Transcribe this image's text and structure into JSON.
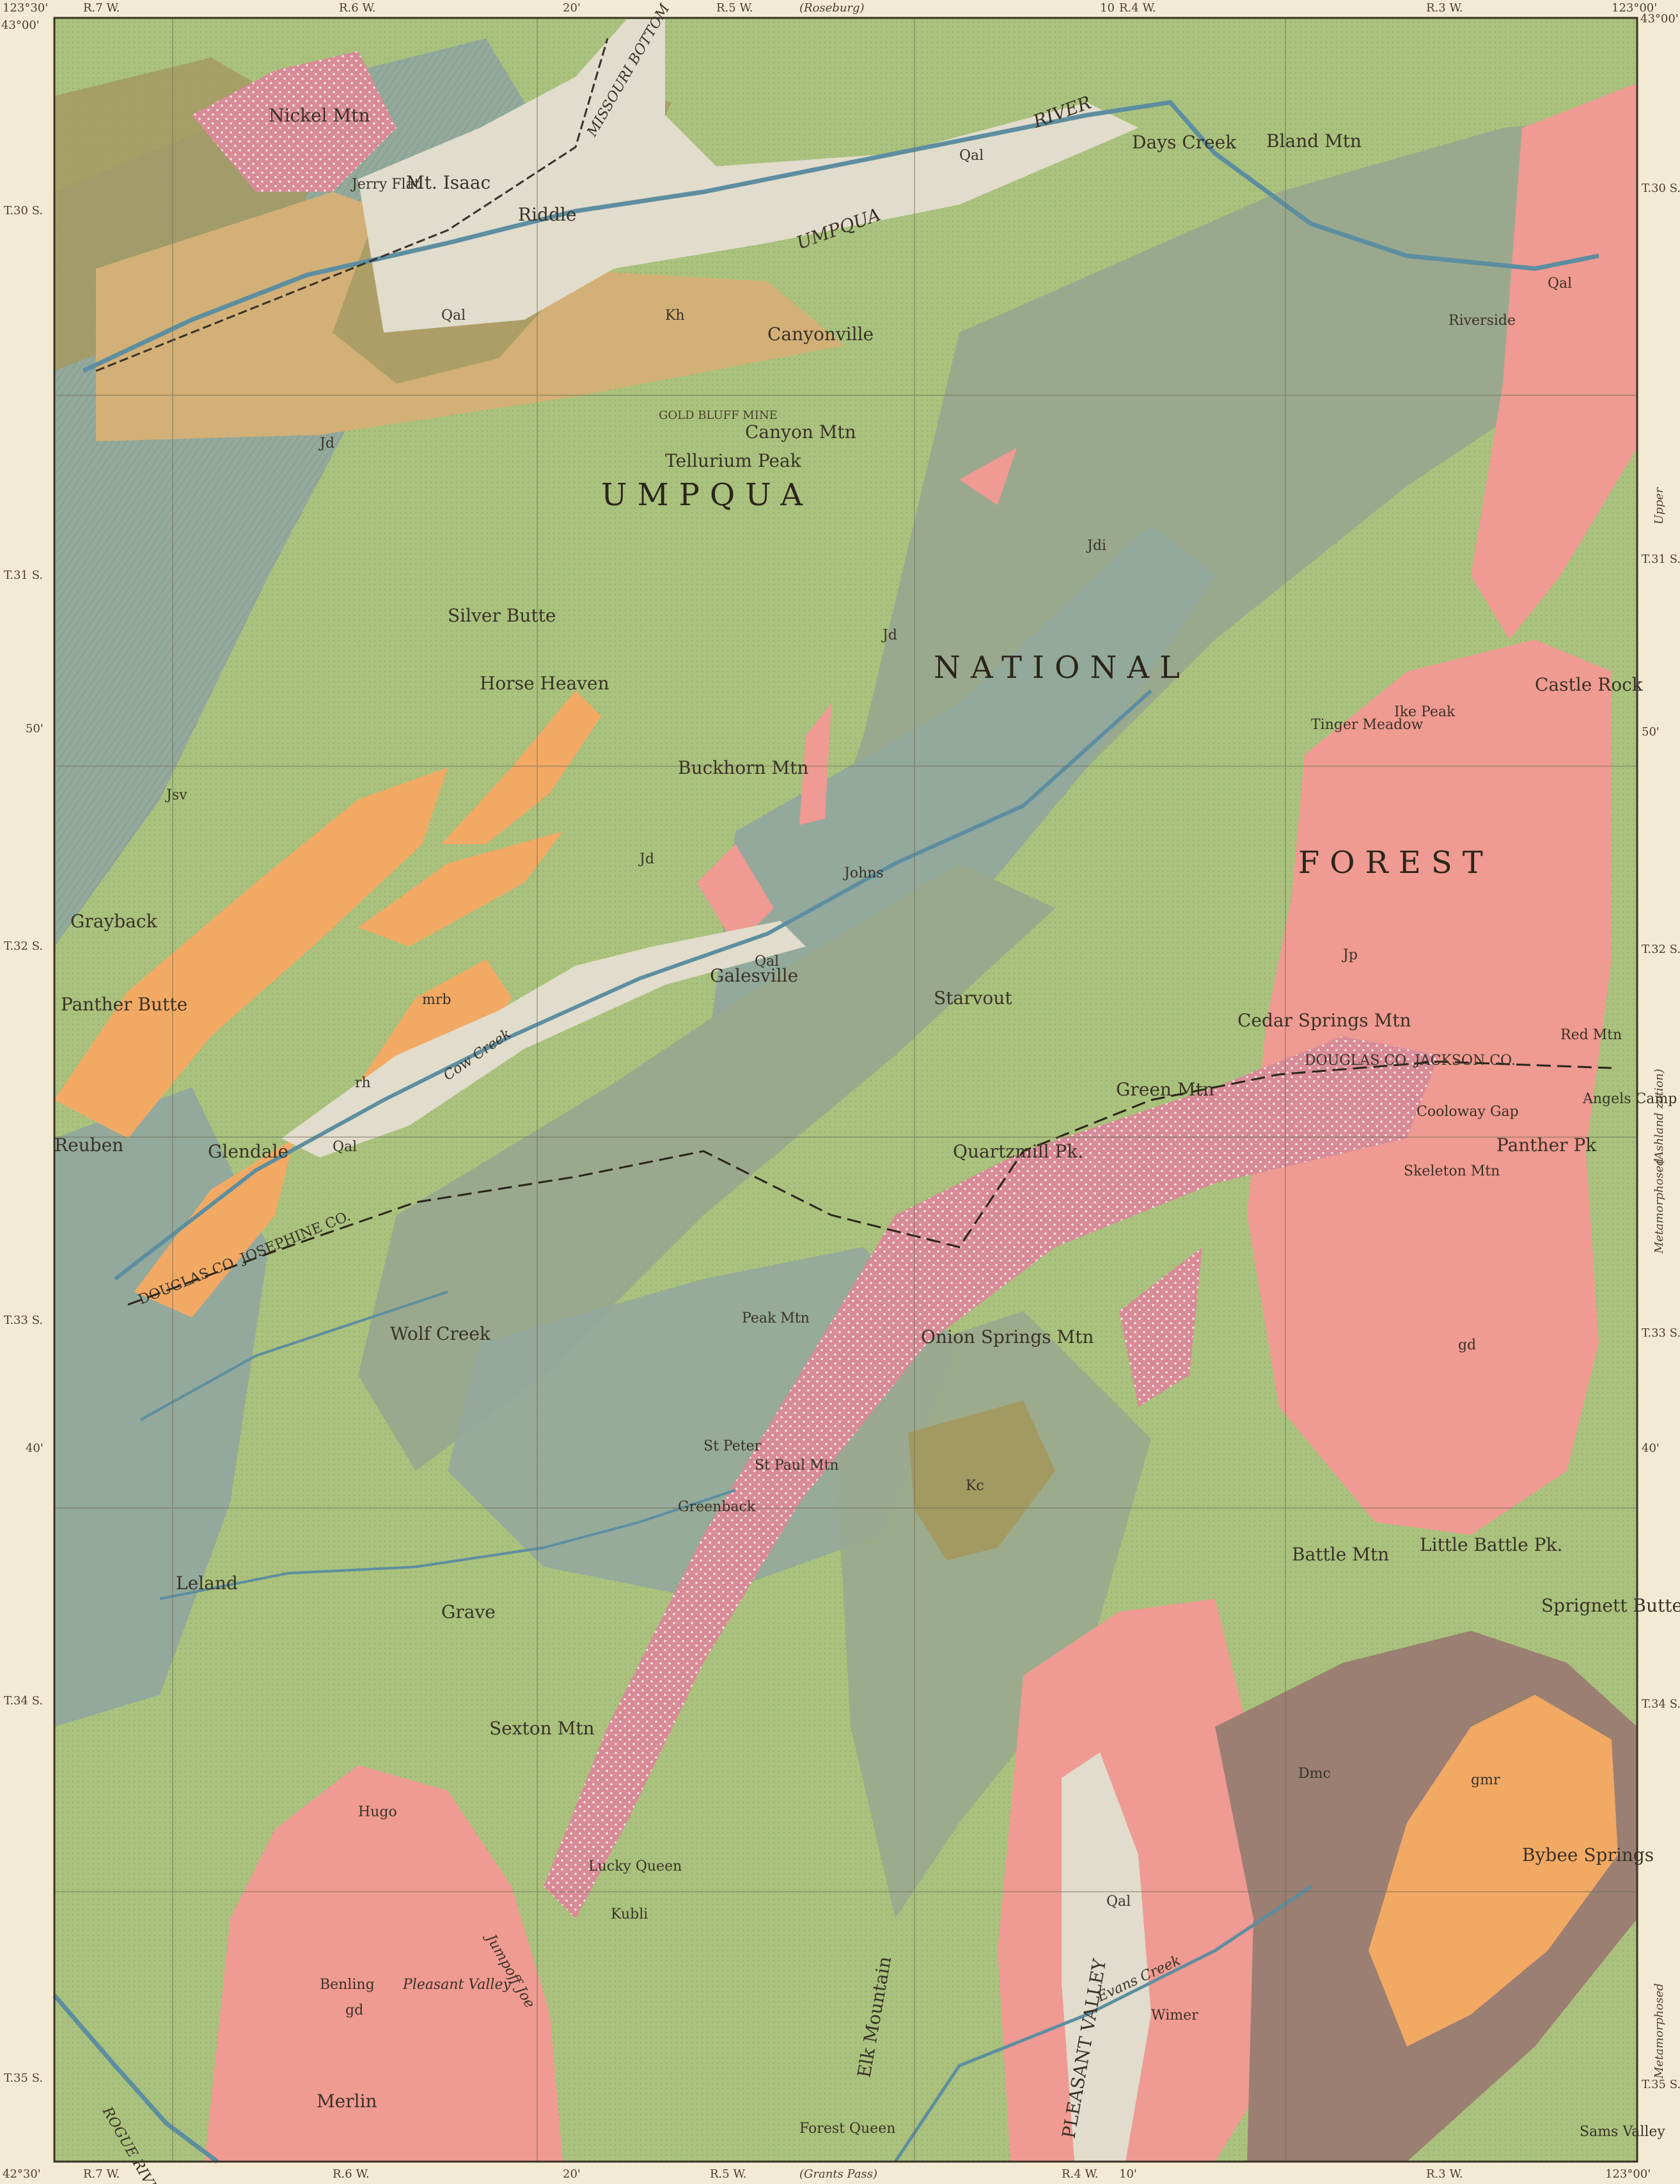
{
  "colors": {
    "paper": "#f3ead3",
    "green": "#aac27d",
    "grey_green": "#9aa98e",
    "blue_grey": "#93a99c",
    "pink": "#ef9a92",
    "pink_dotted": "#d88b96",
    "orange": "#f2a964",
    "olive": "#a39a62",
    "tan": "#d3b077",
    "brown": "#9a7f72",
    "alluvium": "#e1dccc",
    "water": "#5d8ea0"
  },
  "edge": {
    "top": [
      "123°30'",
      "R.7 W.",
      "R.6 W.",
      "20'",
      "R.5 W.",
      "(Roseburg)",
      "10",
      "R.4 W.",
      "R.3 W.",
      "123°00'"
    ],
    "bottom": [
      "42°30'",
      "R.7 W.",
      "R.6 W.",
      "20'",
      "R.5 W.",
      "(Grants Pass)",
      "R.4 W.",
      "10'",
      "R.3 W.",
      "123°00'"
    ],
    "left": [
      "43°00'",
      "T.30 S.",
      "T.31 S.",
      "50'",
      "T.32 S.",
      "T.33 S.",
      "40'",
      "T.34 S.",
      "T.35 S."
    ],
    "right": [
      "43°00'",
      "T.30 S.",
      "T.31 S.",
      "50'",
      "T.32 S.",
      "T.33 S.",
      "40'",
      "T.34 S.",
      "T.35 S."
    ],
    "right_margin": [
      "Upper",
      "(Ashland zation)",
      "Metamorphosed",
      "Metamorphosed"
    ]
  },
  "forest_names": [
    "UMPQUA",
    "NATIONAL",
    "FOREST"
  ],
  "places": {
    "nickel_mtn": "Nickel Mtn",
    "mt_isaac": "Mt. Isaac",
    "jerry_flat": "Jerry Flat",
    "riddle": "Riddle",
    "missouri_bottom": "MISSOURI BOTTOM",
    "days_creek": "Days Creek",
    "bland_mtn": "Bland Mtn",
    "canyonville": "Canyonville",
    "canyon_mtn": "Canyon Mtn",
    "tellurium_peak": "Tellurium Peak",
    "gold_bluff_mine": "GOLD BLUFF MINE",
    "riverside": "Riverside",
    "silver_butte": "Silver Butte",
    "horse_heaven": "Horse Heaven",
    "buckhorn_mtn": "Buckhorn Mtn",
    "johns": "Johns",
    "tiller_meadow": "Tinger Meadow",
    "ike_peak": "Ike Peak",
    "castle_rock": "Castle Rock",
    "grayback": "Grayback",
    "panther_butte": "Panther Butte",
    "galesville": "Galesville",
    "starvout": "Starvout",
    "cedar_springs_mtn": "Cedar Springs Mtn",
    "red_mtn": "Red Mtn",
    "angels_camp": "Angels Camp",
    "green_mtn": "Green Mtn",
    "cooloway_gap": "Cooloway Gap",
    "panther_pk": "Panther Pk",
    "skeleton_mtn": "Skeleton Mtn",
    "reuben": "Reuben",
    "glendale": "Glendale",
    "quartzmill_pk": "Quartzmill Pk.",
    "douglas_jackson": "DOUGLAS CO. JACKSON CO.",
    "douglas_josephine": "DOUGLAS CO. JOSEPHINE CO.",
    "wolf_creek": "Wolf Creek",
    "onion_springs_mtn": "Onion Springs Mtn",
    "peak_mtn": "Peak Mtn",
    "st_peter": "St Peter",
    "st_paul_mtn": "St Paul Mtn",
    "greenback": "Greenback",
    "leland": "Leland",
    "grave": "Grave",
    "battle_mtn": "Battle Mtn",
    "little_battle_pk": "Little Battle Pk.",
    "sprignett_butte": "Sprignett Butte",
    "sexton_mtn": "Sexton Mtn",
    "lucky_queen": "Lucky Queen",
    "hugo": "Hugo",
    "kubli": "Kubli",
    "merlin": "Merlin",
    "pleasant_valley": "Pleasant Valley",
    "benling": "Benling",
    "elk_mountain": "Elk Mountain",
    "forest_queen": "Forest Queen",
    "wimer": "Wimer",
    "bybee_springs": "Bybee Springs",
    "sams_valley": "Sams Valley",
    "pleasant_valley_v": "PLEASANT VALLEY",
    "umpqua_river": "UMPQUA",
    "river": "RIVER",
    "rogue_river": "ROGUE RIVER",
    "cow_creek": "Cow Creek",
    "evans_creek": "Evans Creek",
    "jump_off_joe": "Jumpoff Joe"
  },
  "units": [
    "Qal",
    "Jd",
    "Jdi",
    "Jp",
    "Kh",
    "rh",
    "mrb",
    "gd",
    "Dmc",
    "gmr",
    "Jsv",
    "Kc"
  ]
}
